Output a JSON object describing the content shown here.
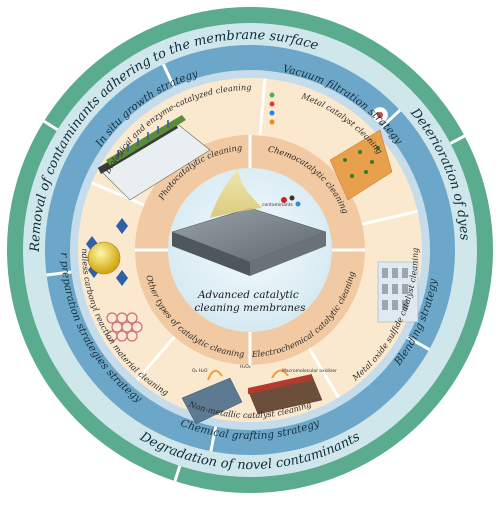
{
  "colors": {
    "outer_ring": "#5bab8f",
    "outer_ring_inner": "#cfe6ea",
    "middle_ring": "#6ca6c9",
    "middle_ring_light": "#c5dceb",
    "inner_ring": "#fbe9cf",
    "core_ring": "#f1c9a2",
    "center": "#e0eff6",
    "divider": "#ffffff"
  },
  "center_label": [
    "Advanced catalytic",
    "cleaning membranes"
  ],
  "outer_ring": [
    {
      "id": "removal",
      "label": "Removal of contaminants adhering to the membrane surface"
    },
    {
      "id": "dyes",
      "label": "Deterioration of dyes"
    },
    {
      "id": "novel",
      "label": "Degradation of novel contaminants"
    }
  ],
  "middle_ring": [
    {
      "id": "vacuum",
      "label": "Vacuum filtration strategy"
    },
    {
      "id": "blending",
      "label": "Blending strategy"
    },
    {
      "id": "grafting",
      "label": "Chemical grafting strategy"
    },
    {
      "id": "other-prep",
      "label": "Other preparation strategies strategy"
    },
    {
      "id": "in-situ",
      "label": "In situ growth strategy"
    }
  ],
  "inner_ring": [
    {
      "id": "metal-catalyst",
      "label": "Metal catalyst cleaning"
    },
    {
      "id": "metal-oxide",
      "label": "Metal oxide sulfide catalyst cleaning"
    },
    {
      "id": "non-metallic",
      "label": "Non-metallic catalyst cleaning"
    },
    {
      "id": "boundless",
      "label": "Boundless carbonyl reaction material cleaning"
    },
    {
      "id": "bio-enzyme",
      "label": "Biological and enzyme-catalyzed cleaning"
    }
  ],
  "core_ring": [
    {
      "id": "photocatalytic",
      "label": "Photocatalytic cleaning"
    },
    {
      "id": "chemocatalytic",
      "label": "Chemocatalytic cleaning"
    },
    {
      "id": "electrochemical",
      "label": "Electrochemical catalytic cleaning"
    },
    {
      "id": "other-types",
      "label": "Other types of catalytic cleaning"
    }
  ],
  "small_labels": {
    "contaminants": "contaminants",
    "bottom_left_label": "O₂ H₂O",
    "bottom_mid_label": "H₂O₂",
    "bottom_right_label": "Macromolecular oxidizer"
  }
}
